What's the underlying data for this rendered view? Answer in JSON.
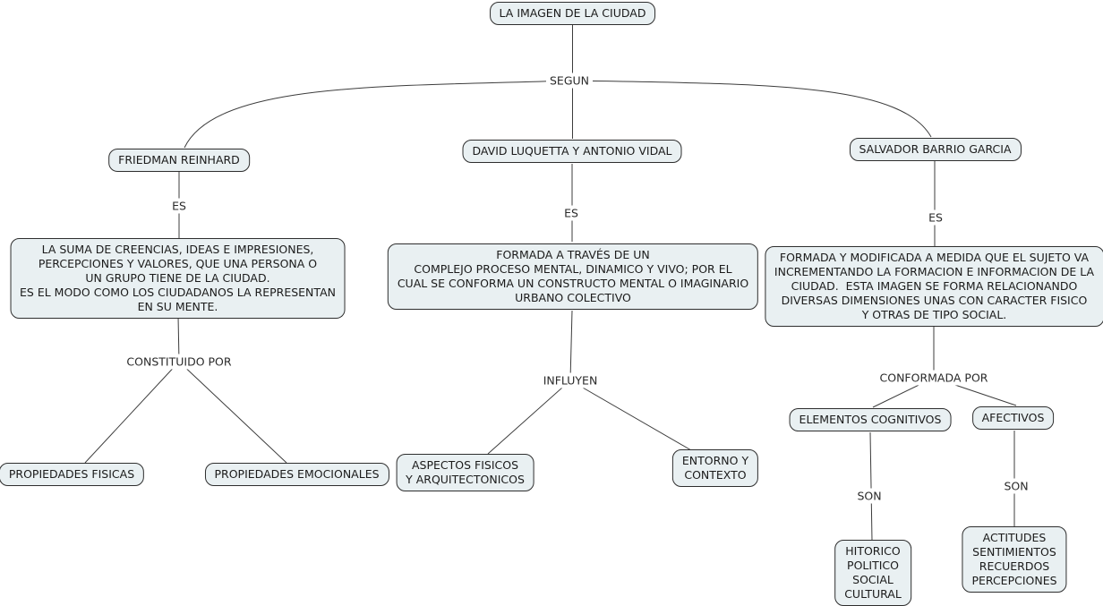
{
  "colors": {
    "background": "#ffffff",
    "node_fill": "#e9f0f2",
    "node_border": "#2e2e2e",
    "line": "#3c3c3c",
    "text": "#1b1b1b"
  },
  "concepts": {
    "root": "LA IMAGEN DE LA CIUDAD",
    "friedman": "FRIEDMAN REINHARD",
    "luquetta": "DAVID LUQUETTA Y ANTONIO VIDAL",
    "salvador": "SALVADOR BARRIO GARCIA",
    "friedman_def": "LA SUMA DE CREENCIAS, IDEAS E IMPRESIONES,\nPERCEPCIONES Y VALORES, QUE UNA PERSONA O\nUN GRUPO TIENE DE LA CIUDAD.\nES EL MODO COMO LOS CIUDADANOS LA REPRESENTAN\nEN SU MENTE.",
    "luquetta_def": "FORMADA A TRAVÉS DE UN\nCOMPLEJO PROCESO MENTAL, DINAMICO Y VIVO; POR EL\nCUAL SE CONFORMA UN CONSTRUCTO MENTAL O IMAGINARIO\nURBANO COLECTIVO",
    "salvador_def": "FORMADA Y MODIFICADA A MEDIDA QUE EL SUJETO VA\nINCREMENTANDO LA FORMACION E INFORMACION DE LA\nCIUDAD.  ESTA IMAGEN SE FORMA RELACIONANDO\nDIVERSAS DIMENSIONES UNAS CON CARACTER FISICO\nY OTRAS DE TIPO SOCIAL.",
    "propiedades_fisicas": "PROPIEDADES FISICAS",
    "propiedades_emocionales": "PROPIEDADES EMOCIONALES",
    "aspectos_fisicos": "ASPECTOS FISICOS\nY ARQUITECTONICOS",
    "entorno_contexto": "ENTORNO Y\nCONTEXTO",
    "elementos_cognitivos": "ELEMENTOS COGNITIVOS",
    "afectivos": "AFECTIVOS",
    "hitorico": "HITORICO\nPOLITICO\nSOCIAL\nCULTURAL",
    "actitudes": "ACTITUDES\nSENTIMIENTOS\nRECUERDOS\nPERCEPCIONES"
  },
  "linking_phrases": {
    "segun": "SEGUN",
    "es_friedman": "ES",
    "es_luquetta": "ES",
    "es_salvador": "ES",
    "constituido_por": "CONSTITUIDO POR",
    "influyen": "INFLUYEN",
    "conformada_por": "CONFORMADA POR",
    "son_cognitivos": "SON",
    "son_afectivos": "SON"
  }
}
